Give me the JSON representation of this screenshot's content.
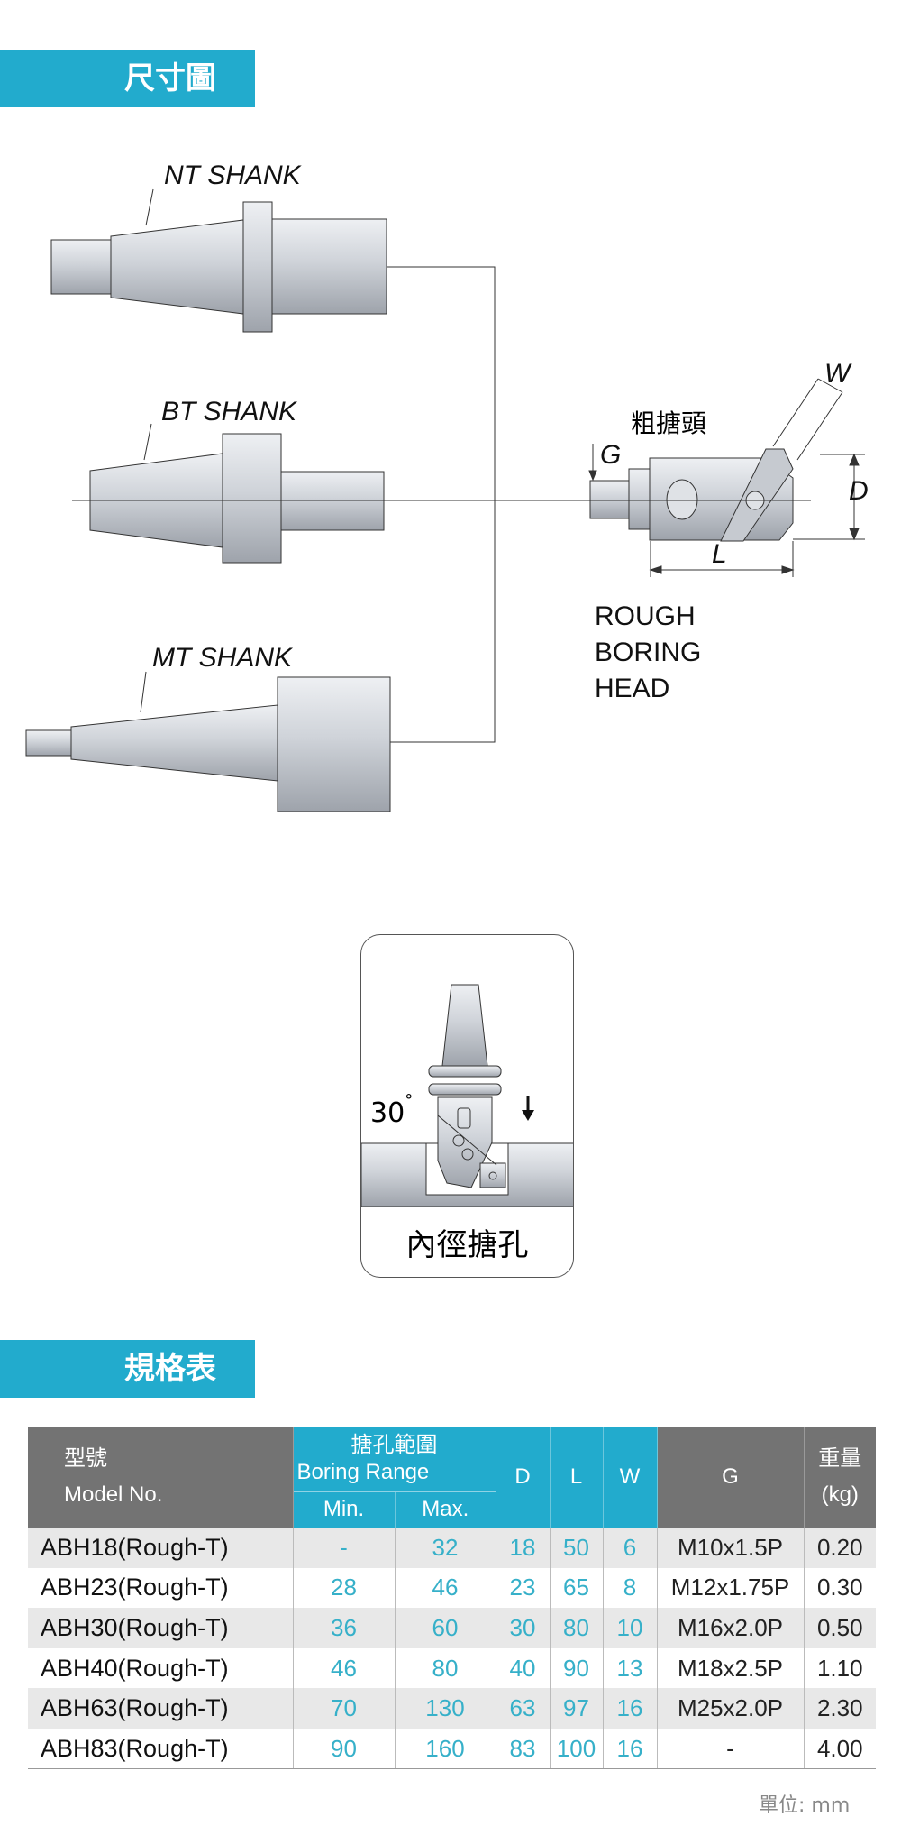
{
  "sections": {
    "dimensions": "尺寸圖",
    "specs": "規格表"
  },
  "diagram": {
    "nt_shank": "NT SHANK",
    "bt_shank": "BT SHANK",
    "mt_shank": "MT SHANK",
    "head_cn": "粗搪頭",
    "head_en_1": "ROUGH",
    "head_en_2": "BORING",
    "head_en_3": "HEAD",
    "dim_g": "G",
    "dim_w": "W",
    "dim_d": "D",
    "dim_l": "L",
    "angle": "30",
    "angle_unit": "°",
    "usage": "內徑搪孔"
  },
  "table": {
    "h_model_cn": "型號",
    "h_model_en": "Model No.",
    "h_range_cn": "搪孔範圍",
    "h_range_en": "Boring Range",
    "h_min": "Min.",
    "h_max": "Max.",
    "h_d": "D",
    "h_l": "L",
    "h_w": "W",
    "h_g": "G",
    "h_weight_cn": "重量",
    "h_weight_unit": "(kg)",
    "rows": [
      {
        "model": "ABH18(Rough-T)",
        "min": "-",
        "max": "32",
        "d": "18",
        "l": "50",
        "w": "6",
        "g": "M10x1.5P",
        "kg": "0.20"
      },
      {
        "model": "ABH23(Rough-T)",
        "min": "28",
        "max": "46",
        "d": "23",
        "l": "65",
        "w": "8",
        "g": "M12x1.75P",
        "kg": "0.30"
      },
      {
        "model": "ABH30(Rough-T)",
        "min": "36",
        "max": "60",
        "d": "30",
        "l": "80",
        "w": "10",
        "g": "M16x2.0P",
        "kg": "0.50"
      },
      {
        "model": "ABH40(Rough-T)",
        "min": "46",
        "max": "80",
        "d": "40",
        "l": "90",
        "w": "13",
        "g": "M18x2.5P",
        "kg": "1.10"
      },
      {
        "model": "ABH63(Rough-T)",
        "min": "70",
        "max": "130",
        "d": "63",
        "l": "97",
        "w": "16",
        "g": "M25x2.0P",
        "kg": "2.30"
      },
      {
        "model": "ABH83(Rough-T)",
        "min": "90",
        "max": "160",
        "d": "83",
        "l": "100",
        "w": "16",
        "g": "-",
        "kg": "4.00"
      }
    ],
    "unit": "單位: mm"
  },
  "colors": {
    "accent": "#22abcd",
    "header_gray": "#737373",
    "value_blue": "#36b0c9"
  }
}
